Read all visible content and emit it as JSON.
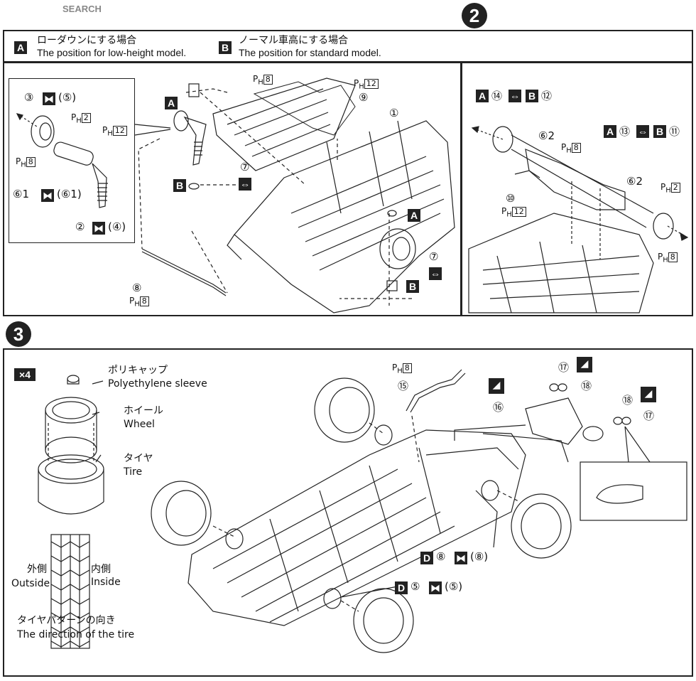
{
  "watermark": {
    "text": "SEARCH"
  },
  "step2": {
    "badge": "2"
  },
  "step3": {
    "badge": "3"
  },
  "legend": {
    "a_letter": "A",
    "a_jp": "ローダウンにする場合",
    "a_en": "The position for low-height model.",
    "b_letter": "B",
    "b_jp": "ノーマル車高にする場合",
    "b_en": "The position for standard model."
  },
  "panel_left": {
    "labels": {
      "l1": "③",
      "l1b": "(⑤)",
      "ph2": "2",
      "ph12": "12",
      "ph8": "8",
      "l6": "⑥1",
      "l6b": "(⑥1)",
      "l2": "②",
      "l2b": "(④)"
    },
    "main": {
      "a": "A",
      "b": "B",
      "p7": "⑦",
      "p1": "①",
      "p9": "⑨",
      "ph8_top": "8",
      "ph12_top": "12",
      "p8": "⑧",
      "ph8_bottom": "8",
      "a2": "A",
      "p7b": "⑦",
      "b2": "B"
    }
  },
  "panel_right": {
    "a1": "A",
    "p14": "⑭",
    "b1": "B",
    "p12": "⑫",
    "p6": "⑥2",
    "ph8a": "8",
    "a2": "A",
    "p13": "⑬",
    "b2": "B",
    "p11": "⑪",
    "p10": "⑩",
    "ph12": "12",
    "p6b": "⑥2",
    "ph2": "2",
    "ph8b": "8"
  },
  "step3_content": {
    "x4": "×4",
    "sleeve_jp": "ポリキャップ",
    "sleeve_en": "Polyethylene sleeve",
    "wheel_jp": "ホイール",
    "wheel_en": "Wheel",
    "tire_jp": "タイヤ",
    "tire_en": "Tire",
    "outside_jp": "外側",
    "outside_en": "Outside",
    "inside_jp": "内側",
    "inside_en": "Inside",
    "direction_jp": "タイヤパターンの向き",
    "direction_en": "The direction of the tire",
    "ph8": "8",
    "p15": "⑮",
    "p16": "⑯",
    "p17": "⑰",
    "p18": "⑱",
    "p18b": "⑱",
    "p17b": "⑰",
    "d1": "D",
    "d1_a": "⑧",
    "d1_b": "(⑧)",
    "d2": "D",
    "d2_a": "⑤",
    "d2_b": "(⑤)"
  }
}
